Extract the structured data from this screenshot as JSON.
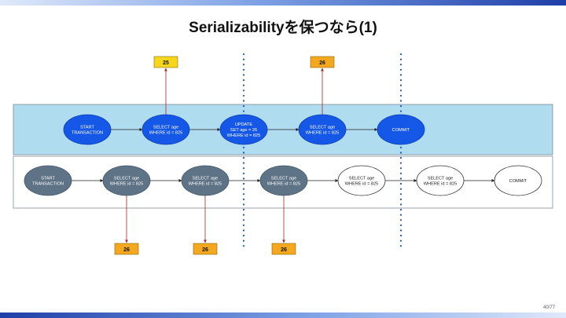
{
  "slide": {
    "title": "Serializabilityを保つなら(1)",
    "page": "40/77"
  },
  "colors": {
    "top_lane": "#b0dcef",
    "top_node": "#1557e6",
    "bottom_node": "#5f7386",
    "value_box_top": "#f5d61c",
    "value_box": "#f3a81f",
    "arrow": "#a52626"
  },
  "diagram": {
    "top_nodes": [
      {
        "lines": [
          "START",
          "TRANSACTION"
        ]
      },
      {
        "lines": [
          "SELECT age",
          "WHERE id = 825"
        ]
      },
      {
        "lines": [
          "UPDATE",
          "SET age = 26",
          "WHERE id = 825"
        ]
      },
      {
        "lines": [
          "SELECT age",
          "WHERE id = 825"
        ]
      },
      {
        "lines": [
          "COMMIT"
        ]
      }
    ],
    "bottom_nodes": [
      {
        "lines": [
          "START",
          "TRANSACTION"
        ],
        "state": "active"
      },
      {
        "lines": [
          "SELECT age",
          "WHERE id = 825"
        ],
        "state": "active"
      },
      {
        "lines": [
          "SELECT age",
          "WHERE id = 825"
        ],
        "state": "active"
      },
      {
        "lines": [
          "SELECT age",
          "WHERE id = 825"
        ],
        "state": "active"
      },
      {
        "lines": [
          "SELECT age",
          "WHERE id = 825"
        ],
        "state": "pending"
      },
      {
        "lines": [
          "SELECT age",
          "WHERE id = 825"
        ],
        "state": "pending"
      },
      {
        "lines": [
          "COMMIT"
        ],
        "state": "pending"
      }
    ],
    "top_results": [
      {
        "value": "25",
        "node": 1
      },
      {
        "value": "26",
        "node": 3
      }
    ],
    "bottom_results": [
      {
        "value": "26",
        "node": 1
      },
      {
        "value": "26",
        "node": 2
      },
      {
        "value": "26",
        "node": 3
      }
    ]
  }
}
